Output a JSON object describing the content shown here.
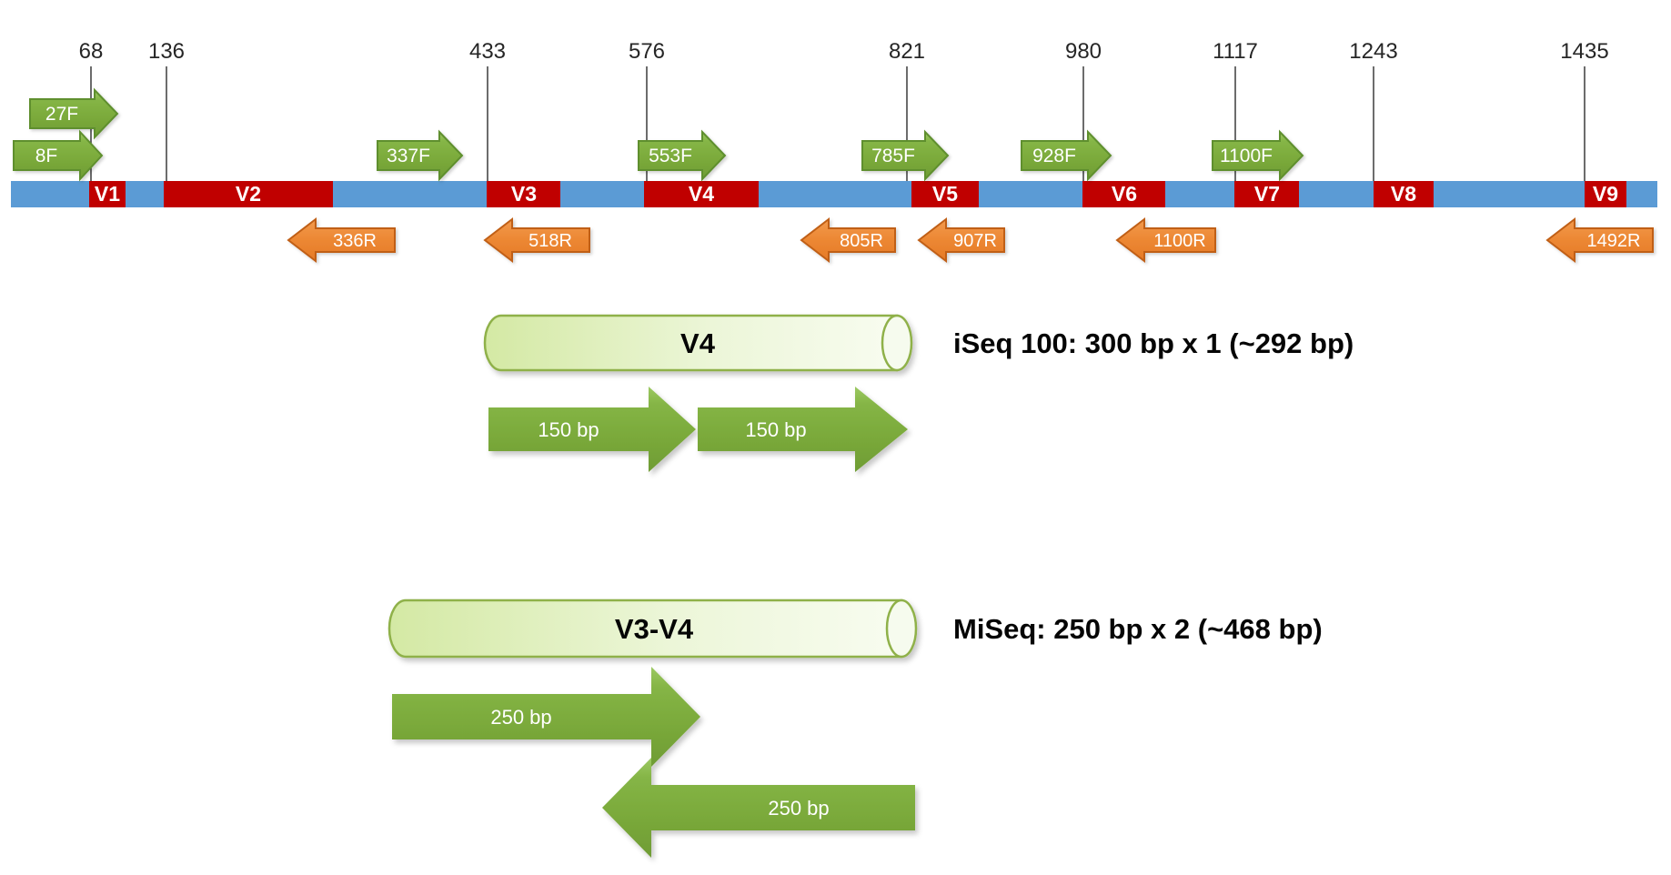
{
  "figure_description": "16S rRNA gene variable region map with sequencing primers and amplicon strategies",
  "ruler": {
    "ticks": [
      "68",
      "136",
      "433",
      "576",
      "821",
      "980",
      "1117",
      "1243",
      "1435"
    ]
  },
  "regions": {
    "labels": [
      "V1",
      "V2",
      "V3",
      "V4",
      "V5",
      "V6",
      "V7",
      "V8",
      "V9"
    ]
  },
  "forward_primers": {
    "labels": [
      "27F",
      "8F",
      "337F",
      "553F",
      "785F",
      "928F",
      "1100F"
    ]
  },
  "reverse_primers": {
    "labels": [
      "336R",
      "518R",
      "805R",
      "907R",
      "1100R",
      "1492R"
    ]
  },
  "amplicons": {
    "iseq": {
      "region": "V4",
      "platform": "iSeq 100: 300 bp x 1 (~292 bp)",
      "reads": [
        "150 bp",
        "150 bp"
      ]
    },
    "miseq": {
      "region": "V3-V4",
      "platform": "MiSeq: 250 bp x 2 (~468 bp)",
      "reads": [
        "250 bp",
        "250 bp"
      ]
    }
  },
  "colors": {
    "backbone_blue": "#5B9BD5",
    "region_red": "#C00000",
    "forward_primer_green": "#7BAA3C",
    "reverse_primer_orange": "#ED8733",
    "amplicon_light_green": "#E9F5D3",
    "read_green": "#7CAC3D"
  }
}
